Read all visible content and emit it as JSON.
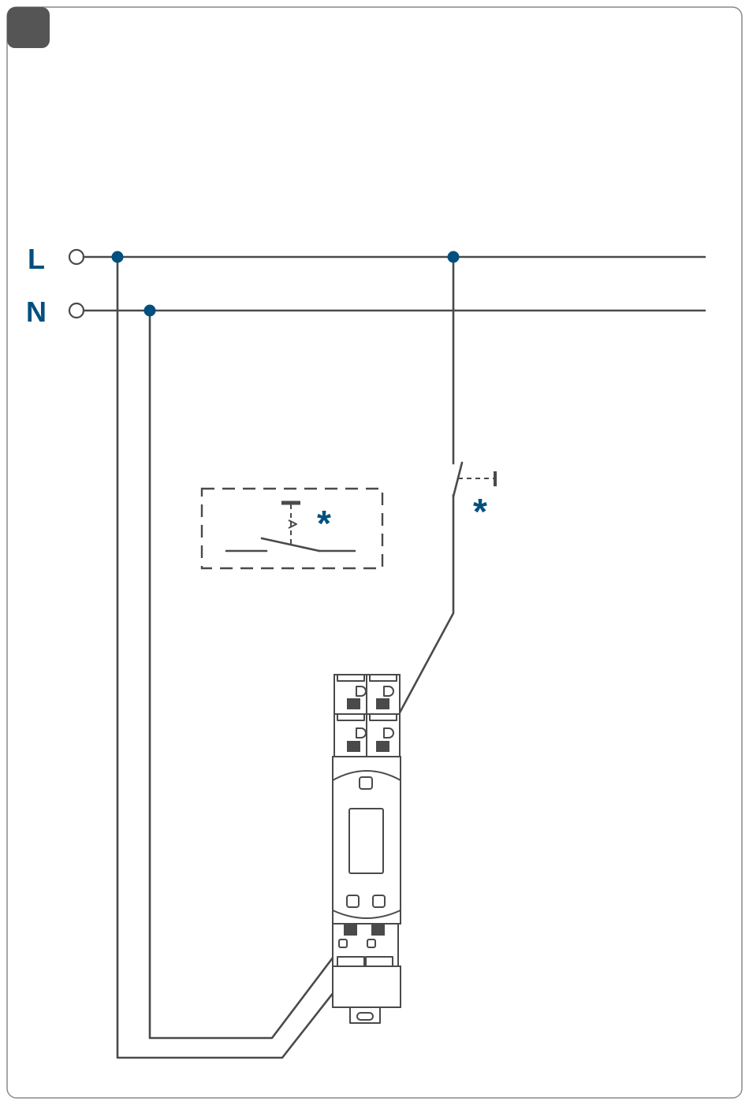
{
  "colors": {
    "accent": "#00507f",
    "line": "#4a4a4a",
    "badge": "#555555",
    "frame": "#8a8a8a"
  },
  "labels": {
    "live": "L",
    "neutral": "N",
    "optional_mark_1": "*",
    "optional_mark_2": "*"
  },
  "icons": {
    "step_badge": "dark-rounded-square",
    "push_button": "normally-open-push-button-symbol",
    "switch": "normally-open-switch-symbol",
    "device": "din-rail-timer-switch"
  }
}
